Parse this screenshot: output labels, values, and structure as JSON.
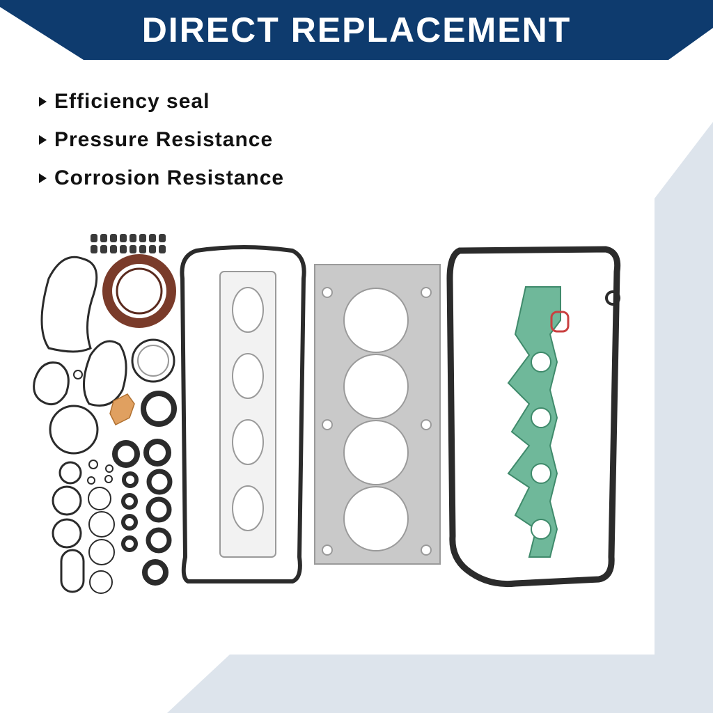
{
  "banner": {
    "title": "DIRECT REPLACEMENT",
    "color": "#0e3b6e"
  },
  "features": [
    {
      "icon": "triangle-right-icon",
      "label": "Efficiency seal"
    },
    {
      "icon": "triangle-right-icon",
      "label": "Pressure Resistance"
    },
    {
      "icon": "triangle-right-icon",
      "label": "Corrosion Resistance"
    }
  ],
  "colors": {
    "background_accent": "#dde4ec",
    "gasket_black": "#2b2b2b",
    "head_gasket": "#c9c9c9",
    "intake_gasket": "#6fb89a",
    "crank_seal": "#7a3b2a",
    "thermostat_gasket": "#e0a060"
  }
}
